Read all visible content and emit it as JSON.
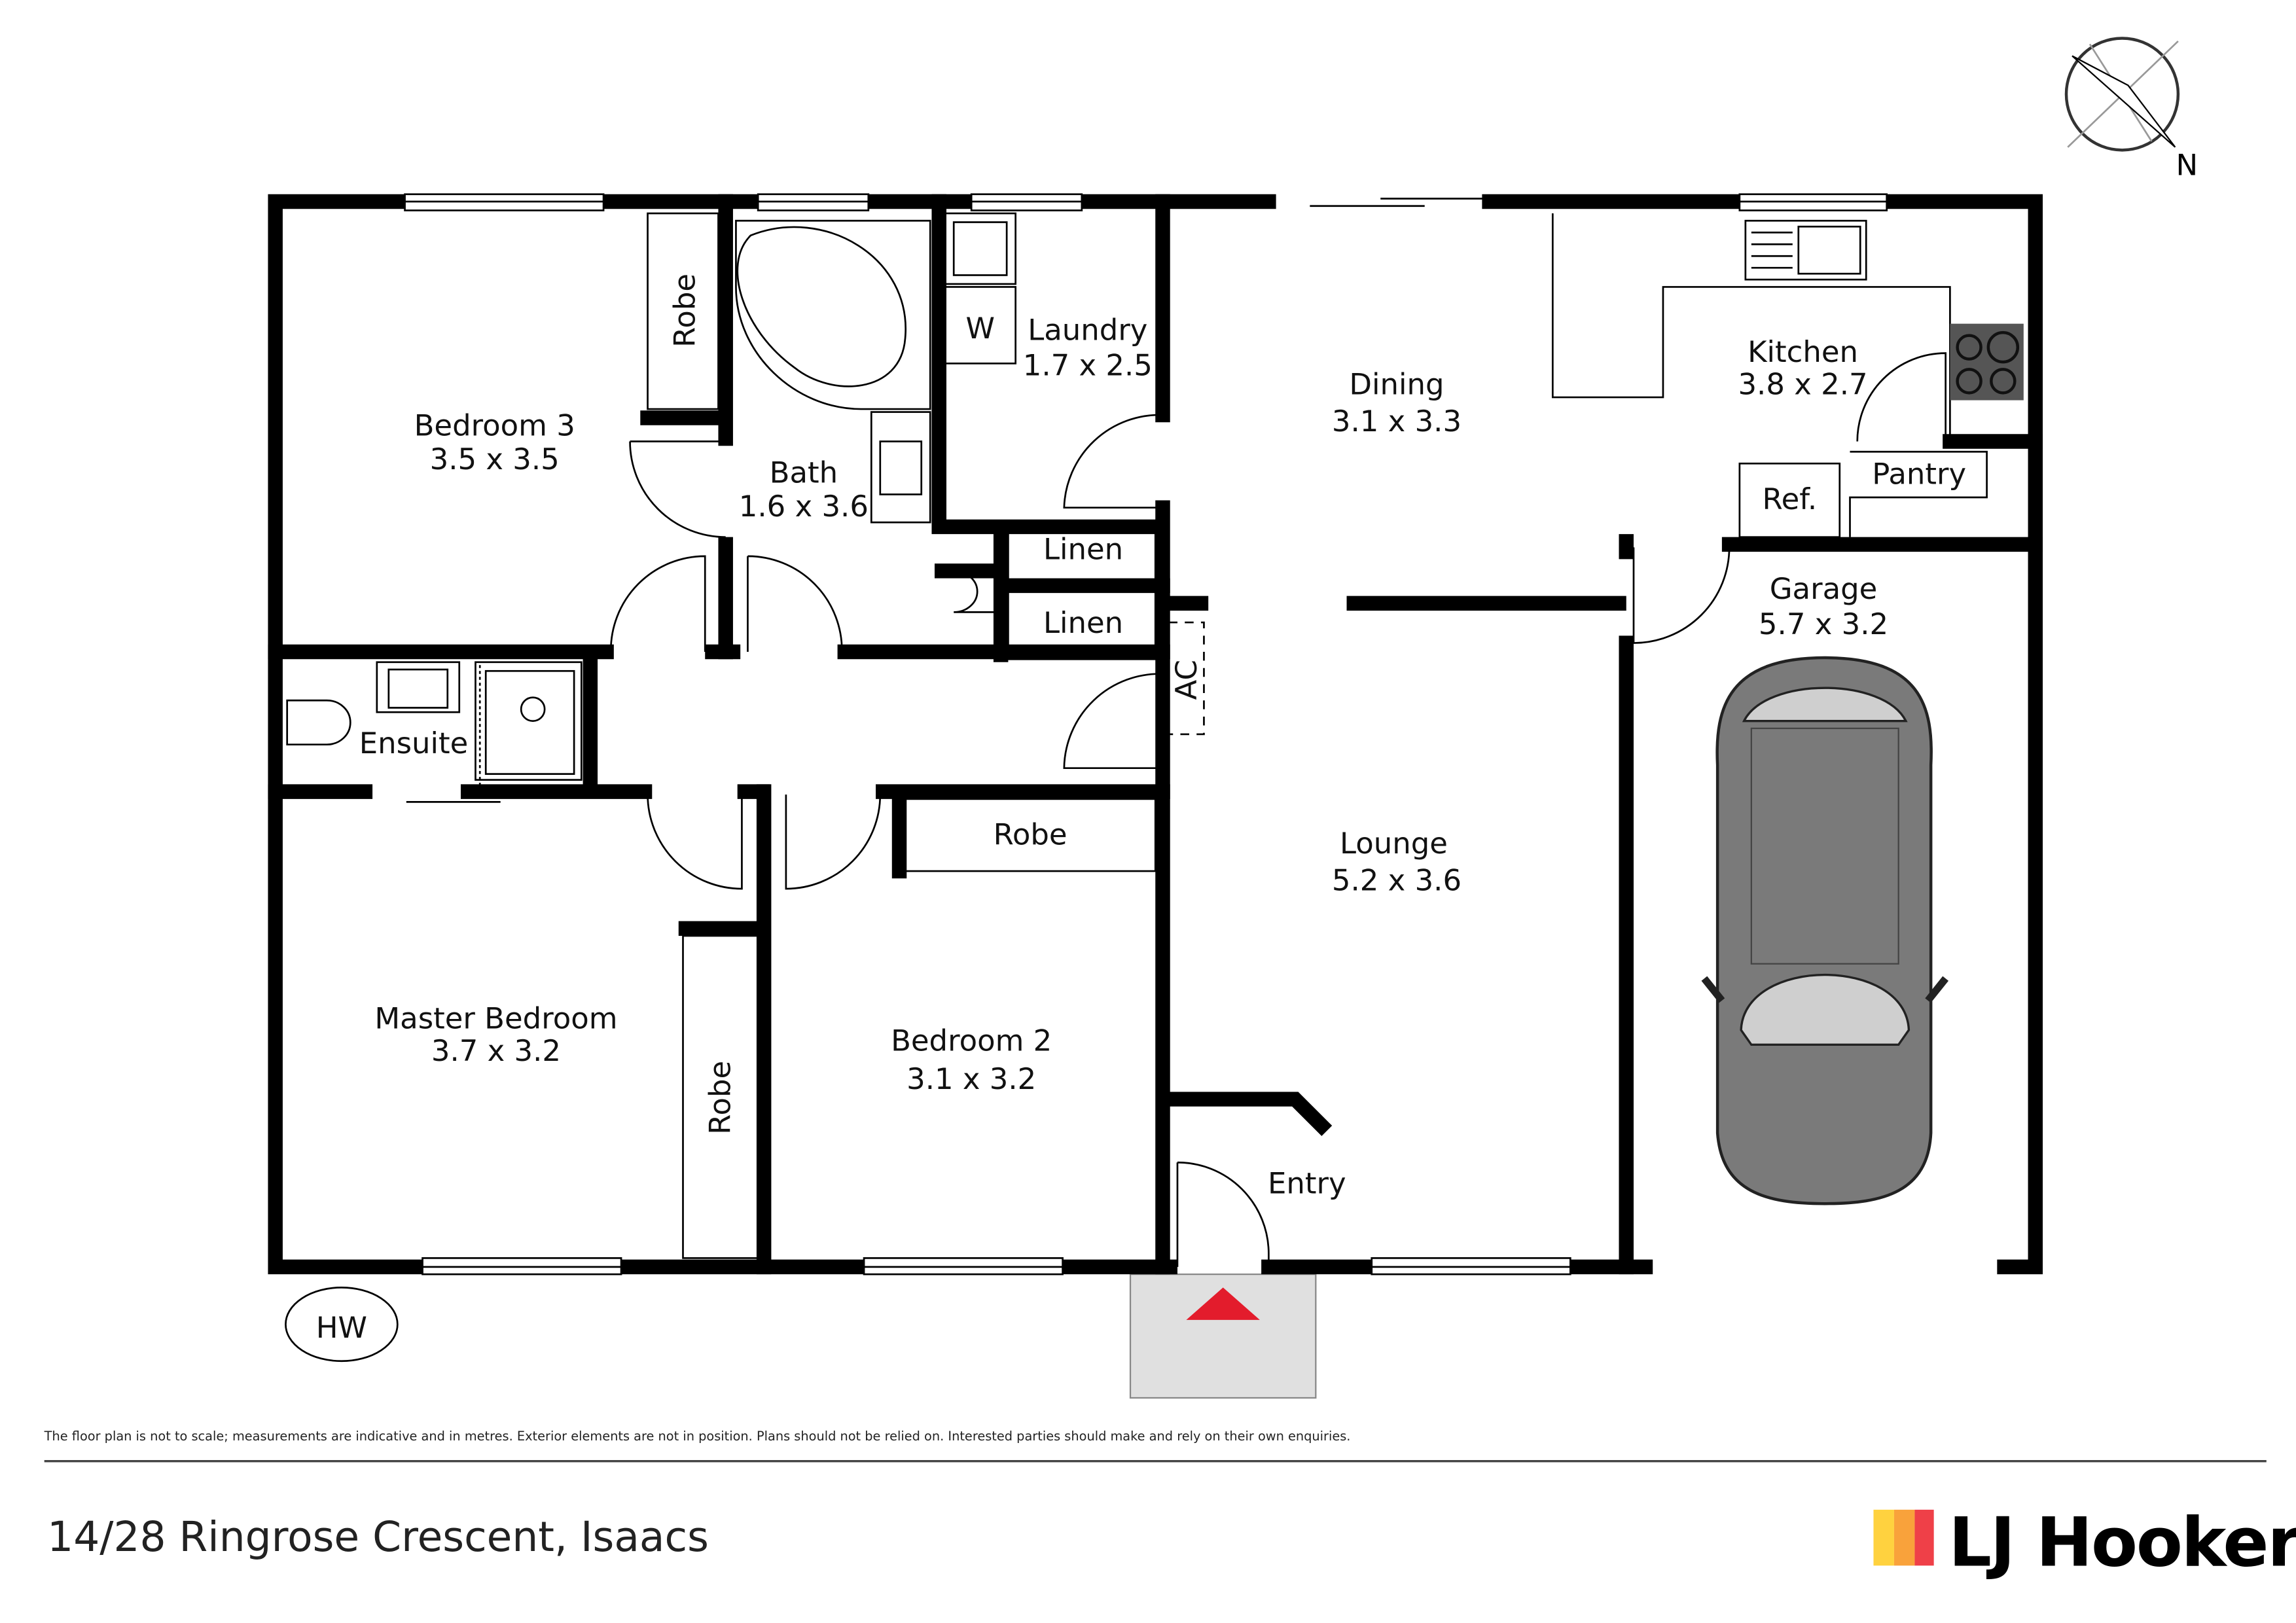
{
  "compass": {
    "label": "N"
  },
  "rooms": {
    "bedroom3": {
      "name": "Bedroom 3",
      "size": "3.5 x 3.5"
    },
    "bath": {
      "name": "Bath",
      "size": "1.6 x 3.6"
    },
    "laundry": {
      "name": "Laundry",
      "size": "1.7 x 2.5"
    },
    "dining": {
      "name": "Dining",
      "size": "3.1 x 3.3"
    },
    "kitchen": {
      "name": "Kitchen",
      "size": "3.8 x 2.7"
    },
    "garage": {
      "name": "Garage",
      "size": "5.7 x 3.2"
    },
    "lounge": {
      "name": "Lounge",
      "size": "5.2 x 3.6"
    },
    "master": {
      "name": "Master Bedroom",
      "size": "3.7 x 3.2"
    },
    "bedroom2": {
      "name": "Bedroom 2",
      "size": "3.1 x 3.2"
    },
    "ensuite": {
      "name": "Ensuite"
    },
    "entry": {
      "name": "Entry"
    }
  },
  "fixtures": {
    "robe": "Robe",
    "linen": "Linen",
    "washer": "W",
    "pantry": "Pantry",
    "ref": "Ref.",
    "ac": "AC",
    "hw": "HW"
  },
  "footer": {
    "disclaimer": "The floor plan is not to scale; measurements are indicative and in metres. Exterior elements are not in position. Plans should not be relied on. Interested parties should make and rely on their own enquiries.",
    "address": "14/28 Ringrose Crescent, Isaacs",
    "brand": "LJ Hooker",
    "brand_colors": [
      "#FFD23F",
      "#F9A23B",
      "#EF4048"
    ]
  },
  "colors": {
    "entry_marker": "#E31C2C",
    "car": "#7a7a7a",
    "step": "#e0e0e0"
  }
}
